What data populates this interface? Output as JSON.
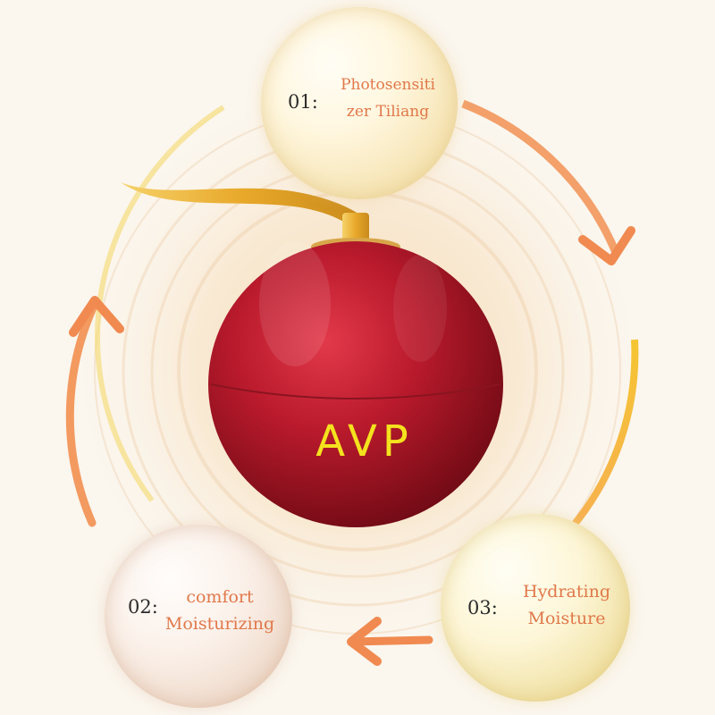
{
  "product": {
    "brand_text": "AVP",
    "image": "red-spherical-cream-jar",
    "colors": {
      "jar": "#b41828",
      "gold": "#e8b22a",
      "brand_text": "#f4e21e"
    }
  },
  "steps": [
    {
      "number": "01:",
      "label_line1": "Photosensiti",
      "label_line2": "zer Tiliang"
    },
    {
      "number": "02:",
      "label_line1": "comfort",
      "label_line2": "Moisturizing"
    },
    {
      "number": "03:",
      "label_line1": "Hydrating",
      "label_line2": "Moisture"
    }
  ],
  "colors": {
    "label": "#e0784a",
    "number": "#2c2c2c",
    "arrow": "#f08a50",
    "ring": "#f2c232"
  }
}
